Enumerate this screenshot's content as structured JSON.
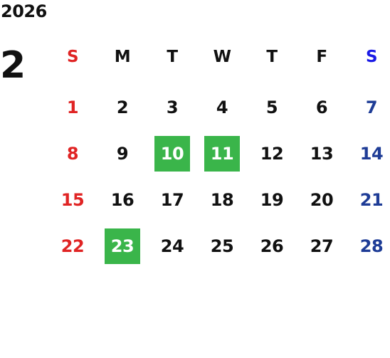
{
  "calendar": {
    "year": "2026",
    "month": "2",
    "weekdays": [
      "S",
      "M",
      "T",
      "W",
      "T",
      "F",
      "S"
    ],
    "weeks": [
      [
        {
          "day": "1"
        },
        {
          "day": "2"
        },
        {
          "day": "3"
        },
        {
          "day": "4"
        },
        {
          "day": "5"
        },
        {
          "day": "6"
        },
        {
          "day": "7"
        }
      ],
      [
        {
          "day": "8"
        },
        {
          "day": "9"
        },
        {
          "day": "10",
          "holiday": true
        },
        {
          "day": "11",
          "holiday": true
        },
        {
          "day": "12"
        },
        {
          "day": "13"
        },
        {
          "day": "14"
        }
      ],
      [
        {
          "day": "15"
        },
        {
          "day": "16"
        },
        {
          "day": "17"
        },
        {
          "day": "18"
        },
        {
          "day": "19"
        },
        {
          "day": "20"
        },
        {
          "day": "21"
        }
      ],
      [
        {
          "day": "22"
        },
        {
          "day": "23",
          "holiday": true
        },
        {
          "day": "24"
        },
        {
          "day": "25"
        },
        {
          "day": "26"
        },
        {
          "day": "27"
        },
        {
          "day": "28"
        }
      ]
    ]
  },
  "colors": {
    "sunday": "#e02424",
    "saturday_header": "#1a1ae6",
    "saturday": "#1e3c96",
    "weekday": "#111111",
    "holiday_bg": "#3ab54a",
    "holiday_text": "#ffffff"
  }
}
